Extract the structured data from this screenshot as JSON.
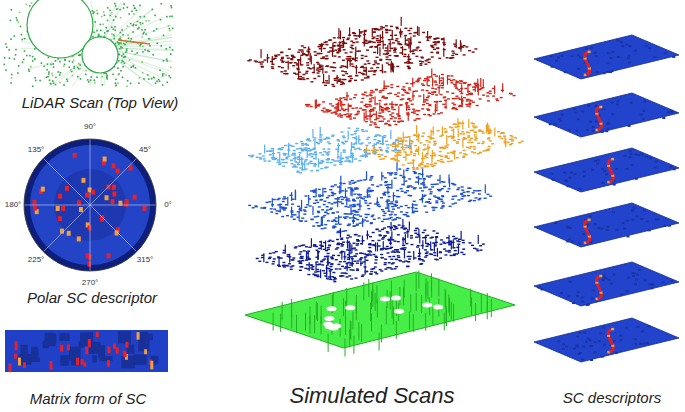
{
  "diagram": {
    "labels": [
      "LiDAR Scan (Top View)",
      "90°",
      "135°",
      "45°",
      "180°",
      "0°",
      "225°",
      "270°",
      "315°",
      "Polar SC descriptor",
      "Matrix form of SC",
      "Simulated Scans",
      "SC descriptors"
    ]
  }
}
